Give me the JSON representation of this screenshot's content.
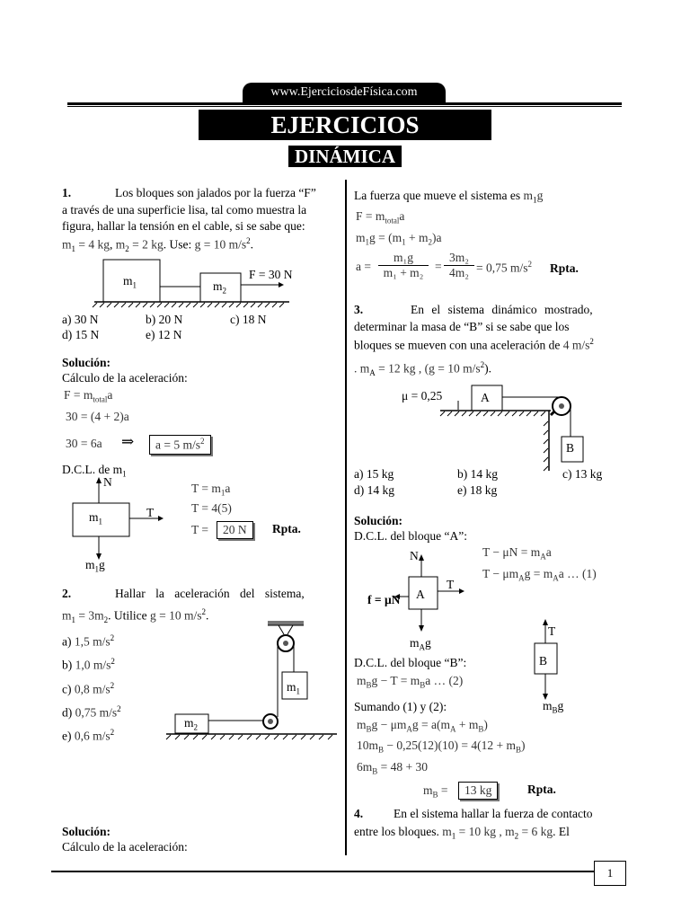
{
  "header": {
    "site": "www.EjerciciosdeFísica.com",
    "title": "EJERCICIOS RESUELTOS",
    "subtitle": "DINÁMICA"
  },
  "left": {
    "p1": {
      "number": "1.",
      "text1": "Los bloques son jalados por la fuerza “F”",
      "text2": "a través de una superficie lisa, tal como muestra la",
      "text3": "figura, hallar la tensión en el cable, si se sabe que:",
      "given_m1": "m",
      "given_m1_rest": " = 4 kg",
      "given_m2": "m",
      "given_m2_rest": " = 2 kg",
      "use": ". Use:",
      "g": "g = 10 m/s",
      "fig_m1": "m",
      "fig_m2": "m",
      "fig_F": "F = 30 N",
      "opt_a": "a) 30 N",
      "opt_b": "b) 20 N",
      "opt_c": "c) 18 N",
      "opt_d": "d) 15 N",
      "opt_e": "e) 12 N",
      "sol_head": "Solución:",
      "sol_sub": "Cálculo de la aceleración:",
      "eq1": "F = m",
      "eq1_sub": "total",
      "eq1_end": "a",
      "eq2": "30 = (4 + 2)a",
      "eq3": "30 = 6a",
      "eq3_arrow": "⇒",
      "eq3_box": "a = 5 m/s",
      "dcl": "D.C.L. de m",
      "dcl_N": "N",
      "dcl_T": "T",
      "dcl_m": "m",
      "dcl_w": "m",
      "t1": "T = m",
      "t1_end": "a",
      "t2": "T = 4(5)",
      "t3": "T =",
      "t3_box": "20 N",
      "rpta": "Rpta."
    },
    "p2": {
      "number": "2.",
      "text1": "Hallar la aceleración del sistema,",
      "cond_a": "m",
      "cond_b": " = 3m",
      "utilice": ". Utilice",
      "g": "g = 10 m/s",
      "opts": [
        "a)",
        "b)",
        "c)",
        "d)",
        "e)"
      ],
      "vals": [
        "1,5 m/s",
        "1,0 m/s",
        "0,8 m/s",
        "0,75 m/s",
        "0,6 m/s"
      ],
      "fig_m1": "m",
      "fig_m2": "m",
      "sol_head": "Solución:",
      "sol_sub": "Cálculo de la aceleración:"
    }
  },
  "right": {
    "p2cont": {
      "line1": "La fuerza que mueve el sistema es",
      "line1_m": "m",
      "line1_g": "g",
      "eq1": "F = m",
      "eq1_sub": "total",
      "eq1_end": "a",
      "eq2": "m",
      "eq2_rest": "g = (m",
      "eq2_rest2": " + m",
      "eq2_end": ")a",
      "eq3_a": "a =",
      "eq3_num": "m₁g",
      "eq3_den": "m₁ + m₂",
      "eq3_num2": "3m₂",
      "eq3_den2": "4m₂",
      "eq3_res": "= 0,75 m/s",
      "rpta": "Rpta."
    },
    "p3": {
      "number": "3.",
      "text1": "En el sistema dinámico mostrado,",
      "text2": "determinar la masa de “B” si se sabe que los",
      "text3": "bloques se mueven con una aceleración de",
      "acc": "4 m/s",
      "mass": ". m",
      "mass_rest": " = 12 kg , (g = 10 m/s",
      "mass_end": ").",
      "fig_mu": "μ = 0,25",
      "fig_A": "A",
      "fig_B": "B",
      "opt_a": "a) 15 kg",
      "opt_b": "b) 14 kg",
      "opt_c": "c) 13 kg",
      "opt_d": "d) 14 kg",
      "opt_e": "e) 18 kg",
      "sol_head": "Solución:",
      "dcl_a": "D.C.L. del bloque “A”:",
      "fA_N": "N",
      "fA_A": "A",
      "fA_T": "T",
      "fA_f": "f = μN",
      "fA_w": "m",
      "eqA1": "T − μN = m",
      "eqA1_end": "a",
      "eqA2": "T − μm",
      "eqA2_mid": "g = m",
      "eqA2_end": "a … (1)",
      "dcl_b": "D.C.L. del bloque “B”:",
      "fB_T": "T",
      "fB_B": "B",
      "fB_w": "m",
      "eqB": "m",
      "eqB_rest": "g − T = m",
      "eqB_end": "a   … (2)",
      "sum": "Sumando (1) y (2):",
      "s1": "m",
      "s1_rest": "g − μm",
      "s1_rest2": "g = a(m",
      "s1_rest3": " + m",
      "s1_end": ")",
      "s2": "10m",
      "s2_rest": " − 0,25(12)(10) = 4(12 + m",
      "s2_end": ")",
      "s3": "6m",
      "s3_rest": " = 48 + 30",
      "res": "m",
      "res_eq": " =",
      "res_box": "13 kg",
      "rpta": "Rpta."
    },
    "p4": {
      "number": "4.",
      "text1": "En el sistema hallar la fuerza de contacto",
      "text2": "entre los bloques.",
      "m1": "m",
      "m1_rest": " = 10 kg ,",
      "m2": "m",
      "m2_rest": " = 6 kg",
      "el": ". El"
    }
  },
  "footer": {
    "page": "1"
  }
}
